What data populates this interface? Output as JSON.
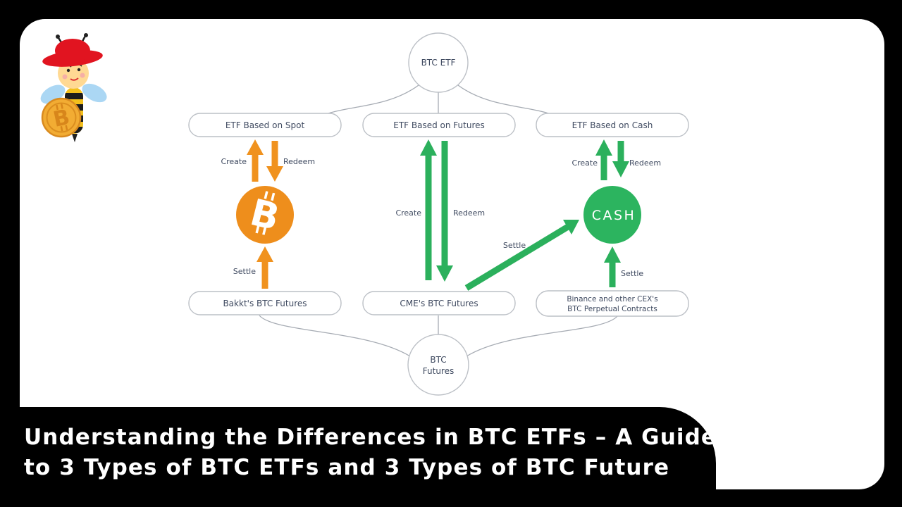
{
  "title": {
    "line1": "Understanding the Differences in BTC ETFs – A Guide",
    "line2": "to 3 Types of BTC ETFs and 3 Types of BTC Future"
  },
  "logo": {
    "coin_symbol": "B"
  },
  "diagram": {
    "root_node": {
      "label": "BTC ETF"
    },
    "bottom_node": {
      "line1": "BTC",
      "line2": "Futures"
    },
    "etf_spot": {
      "label": "ETF Based on Spot"
    },
    "etf_futures": {
      "label": "ETF Based on Futures"
    },
    "etf_cash": {
      "label": "ETF Based on Cash"
    },
    "bakkt": {
      "label": "Bakkt's BTC Futures"
    },
    "cme": {
      "label": "CME's BTC Futures"
    },
    "binance": {
      "line1": "Binance and other CEX's",
      "line2": "BTC Perpetual Contracts"
    },
    "btc_circle": {
      "symbol": "B"
    },
    "cash_circle": {
      "label": "CASH"
    },
    "labels": {
      "create": "Create",
      "redeem": "Redeem",
      "settle": "Settle"
    },
    "colors": {
      "orange": "#F0921E",
      "green": "#2BB05C",
      "bitcoin_orange": "#EE8E1C",
      "cash_green": "#2CB45F",
      "node_text": "#3F4A60",
      "border_gray": "#BCC0C6",
      "title_text": "#FFFFFF",
      "background": "#000000",
      "canvas": "#FFFFFF"
    }
  }
}
